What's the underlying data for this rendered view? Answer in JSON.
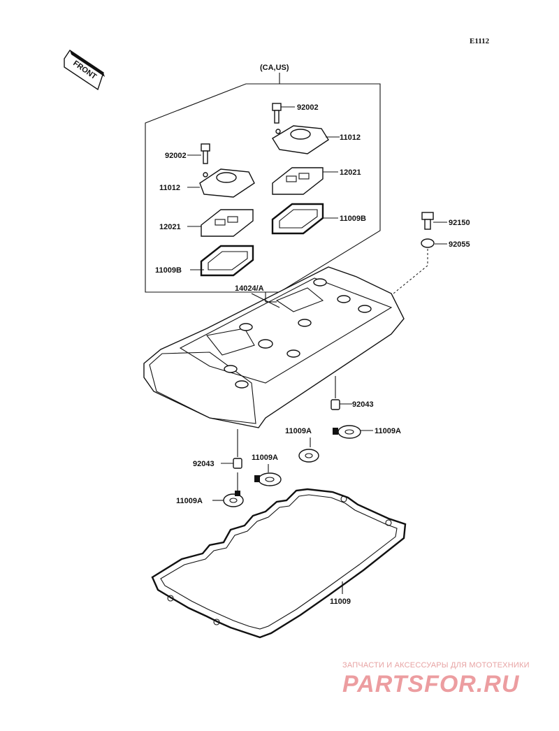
{
  "diagram_code": "E1112",
  "front_label": "FRONT",
  "region_label": "(CA,US)",
  "watermark": {
    "text": "ЗАПЧАСТИ И АКСЕССУАРЫ ДЛЯ МОТОТЕХНИКИ",
    "logo": "PARTSFOR.RU"
  },
  "parts": {
    "p92002_right": "92002",
    "p11012_right": "11012",
    "p12021_right": "12021",
    "p11009B_right": "11009B",
    "p92002_left": "92002",
    "p11012_left": "11012",
    "p12021_left": "12021",
    "p11009B_left": "11009B",
    "p92150": "92150",
    "p92055": "92055",
    "p14024A": "14024/A",
    "p92043_right": "92043",
    "p11009A_right": "11009A",
    "p11009A_mid": "11009A",
    "p92043_left": "92043",
    "p11009A_center": "11009A",
    "p11009A_left": "11009A",
    "p11009": "11009"
  }
}
